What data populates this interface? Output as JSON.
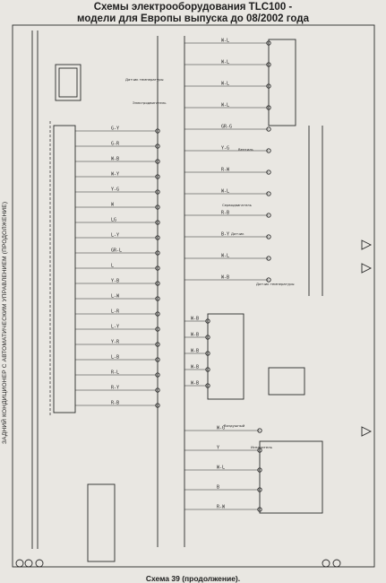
{
  "header": {
    "line1": "Схемы электрооборудования TLC100 -",
    "line2": "модели для Европы выпуска до 08/2002 года"
  },
  "side_label": "ЗАДНИЙ КОНДИЦИОНЕР С АВТОМАТИЧЕСКИМ УПРАВЛЕНИЕМ (ПРОДОЛЖЕНИЕ)",
  "footer": "Схема 39 (продолжение).",
  "left_wires": [
    "G-Y",
    "G-R",
    "W-B",
    "W-Y",
    "Y-G",
    "W",
    "LG",
    "L-Y",
    "GR-L",
    "L",
    "Y-B",
    "L-W",
    "L-R",
    "L-Y",
    "Y-R",
    "L-B",
    "R-L",
    "R-Y",
    "R-B"
  ],
  "upper_right_wires": [
    "W-L",
    "W-L",
    "W-L",
    "W-L",
    "GR-G",
    "Y-G",
    "R-W",
    "W-L",
    "R-B",
    "B-Y",
    "W-L",
    "W-B"
  ],
  "mid_wires": [
    "W-B",
    "W-B",
    "W-B",
    "W-B",
    "W-B"
  ],
  "lower_wires": [
    "W-G",
    "Y",
    "W-L",
    "B",
    "R-W"
  ],
  "labels": {
    "thermo": "Датчик температуры",
    "blower": "Электродвигатель",
    "servo": "Серводвигатель",
    "sensor": "Датчик",
    "solar": "Датчик температуры",
    "evap": "Испаритель",
    "air": "Воздушный",
    "vent": "Вентиль"
  }
}
